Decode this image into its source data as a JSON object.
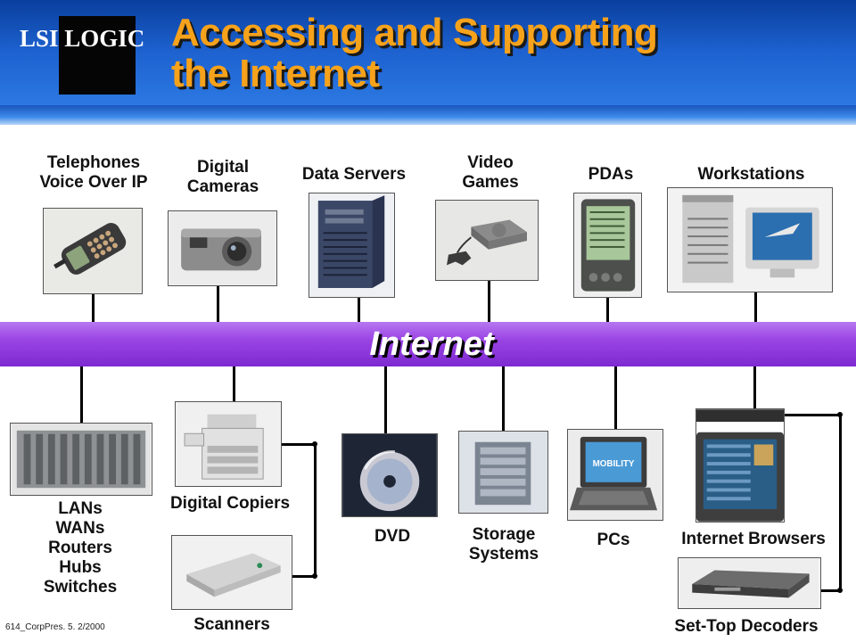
{
  "header": {
    "logo": "LSI LOGIC",
    "title_line1": "Accessing and Supporting",
    "title_line2": "the Internet"
  },
  "bus_label": "Internet",
  "top_devices": [
    {
      "label_lines": [
        "Telephones",
        "Voice Over IP"
      ],
      "icon": "cell-phone-icon"
    },
    {
      "label_lines": [
        "Digital",
        "Cameras"
      ],
      "icon": "digital-camera-icon"
    },
    {
      "label_lines": [
        "Data Servers"
      ],
      "icon": "server-icon"
    },
    {
      "label_lines": [
        "Video",
        "Games"
      ],
      "icon": "game-console-icon"
    },
    {
      "label_lines": [
        "PDAs"
      ],
      "icon": "pda-icon"
    },
    {
      "label_lines": [
        "Workstations"
      ],
      "icon": "workstation-icon"
    }
  ],
  "bottom_devices": [
    {
      "label_lines": [
        "LANs",
        "WANs",
        "Routers",
        "Hubs",
        "Switches"
      ],
      "icon": "network-rack-icon"
    },
    {
      "label_lines": [
        "Digital Copiers"
      ],
      "icon": "copier-icon"
    },
    {
      "label_lines": [
        "Scanners"
      ],
      "icon": "scanner-icon"
    },
    {
      "label_lines": [
        "DVD"
      ],
      "icon": "dvd-disc-icon"
    },
    {
      "label_lines": [
        "Storage",
        "Systems"
      ],
      "icon": "storage-array-icon"
    },
    {
      "label_lines": [
        "PCs"
      ],
      "icon": "laptop-icon"
    },
    {
      "label_lines": [
        "Internet Browsers"
      ],
      "icon": "tv-browser-icon"
    },
    {
      "label_lines": [
        "Set-Top Decoders"
      ],
      "icon": "set-top-box-icon"
    }
  ],
  "laptop_screen_text": "MOBILITY",
  "footer": "614_CorpPres. 5. 2/2000"
}
